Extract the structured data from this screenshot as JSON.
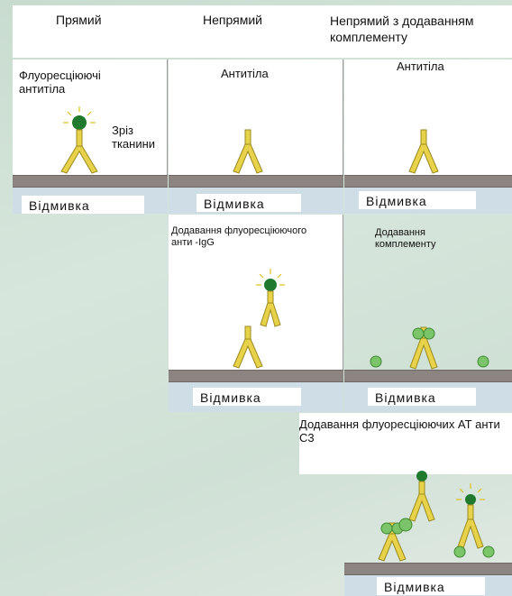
{
  "headers": {
    "col1": "Прямий",
    "col2": "Непрямий",
    "col3": "Непрямий з додаванням комплементу"
  },
  "col1": {
    "label": "Флуоресціюючі антитіла",
    "tissue_label": "Зріз тканини",
    "wash": "Відмивка"
  },
  "col2": {
    "label": "Антитіла",
    "wash1": "Відмивка",
    "step2": "Додавання флуоресціюючого анти -IgG",
    "wash2": "Відмивка"
  },
  "col3": {
    "label": "Антитіла",
    "wash1": "Відмивка",
    "step2": "Додавання комплементу",
    "wash2": "Відмивка",
    "step3": "Додавання флуоресціюючих АТ анти С3",
    "wash3": "Відмивка"
  },
  "colors": {
    "antibody": "#e8d24a",
    "fluorophore": "#1f7a2e",
    "complement": "#7cc46a",
    "tissue": "#8b8480",
    "wash": "#cfdde7"
  }
}
